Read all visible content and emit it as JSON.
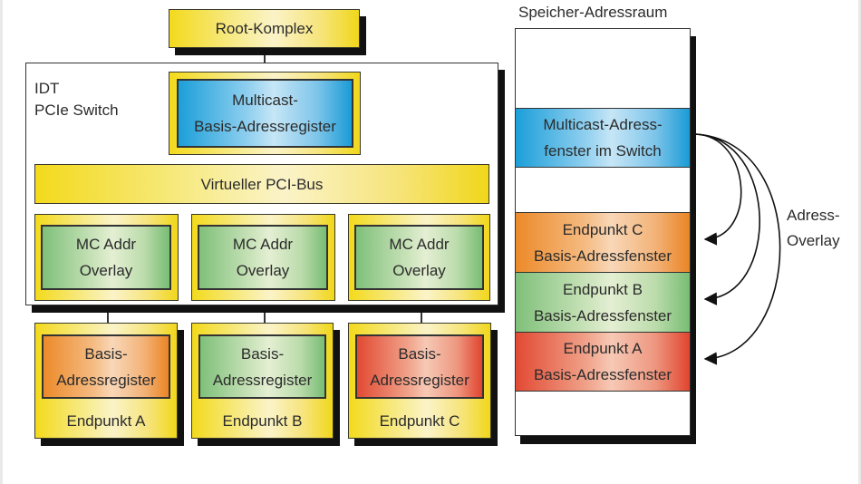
{
  "root_complex": {
    "label": "Root-Komplex"
  },
  "switch": {
    "title": "IDT\nPCIe Switch",
    "multicast_register": {
      "label": "Multicast-\nBasis-Adressregister",
      "color": "#1c9fd9"
    },
    "virtual_bus": {
      "label": "Virtueller PCI-Bus"
    },
    "overlays": [
      {
        "label": "MC Addr\nOverlay"
      },
      {
        "label": "MC Addr\nOverlay"
      },
      {
        "label": "MC Addr\nOverlay"
      }
    ]
  },
  "endpoints": [
    {
      "register_label": "Basis-\nAdressregister",
      "name": "Endpunkt A",
      "color": "#ec8a2a"
    },
    {
      "register_label": "Basis-\nAdressregister",
      "name": "Endpunkt B",
      "color": "#7fc07a"
    },
    {
      "register_label": "Basis-\nAdressregister",
      "name": "Endpunkt C",
      "color": "#e24a33"
    }
  ],
  "memory_space": {
    "title": "Speicher-Adressraum",
    "regions": [
      {
        "label": "Multicast-Adress-\nfenster im Switch",
        "color": "#1c9fd9"
      },
      {
        "label": "Endpunkt C\nBasis-Adressfenster",
        "color": "#ec8a2a"
      },
      {
        "label": "Endpunkt B\nBasis-Adressfenster",
        "color": "#7fc07a"
      },
      {
        "label": "Endpunkt A\nBasis-Adressfenster",
        "color": "#e24a33"
      }
    ]
  },
  "overlay_label": "Adress-\nOverlay",
  "colors": {
    "yellow": "#f3da1c",
    "shadow": "#111111"
  }
}
